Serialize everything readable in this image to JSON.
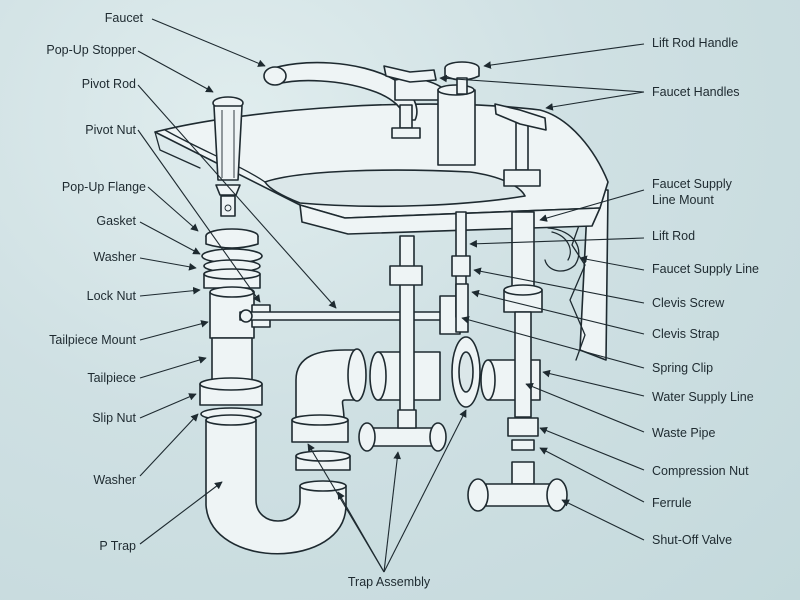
{
  "labels": {
    "faucet": "Faucet",
    "pop_up_stopper": "Pop-Up Stopper",
    "pivot_rod": "Pivot Rod",
    "pivot_nut": "Pivot Nut",
    "pop_up_flange": "Pop-Up Flange",
    "gasket": "Gasket",
    "washer_top": "Washer",
    "lock_nut": "Lock Nut",
    "tailpiece_mount": "Tailpiece Mount",
    "tailpiece": "Tailpiece",
    "slip_nut": "Slip Nut",
    "washer_bottom": "Washer",
    "p_trap": "P Trap",
    "trap_assembly": "Trap Assembly",
    "lift_rod_handle": "Lift Rod Handle",
    "faucet_handles": "Faucet Handles",
    "faucet_supply_line_mount": "Faucet Supply\nLine Mount",
    "lift_rod": "Lift Rod",
    "faucet_supply_line": "Faucet Supply Line",
    "clevis_screw": "Clevis Screw",
    "clevis_strap": "Clevis Strap",
    "spring_clip": "Spring Clip",
    "water_supply_line": "Water Supply Line",
    "waste_pipe": "Waste Pipe",
    "compression_nut": "Compression Nut",
    "ferrule": "Ferrule",
    "shut_off_valve": "Shut-Off Valve"
  },
  "colors": {
    "background": "#cfe0e3",
    "line": "#1e2a30",
    "part_fill": "#eef4f5"
  }
}
